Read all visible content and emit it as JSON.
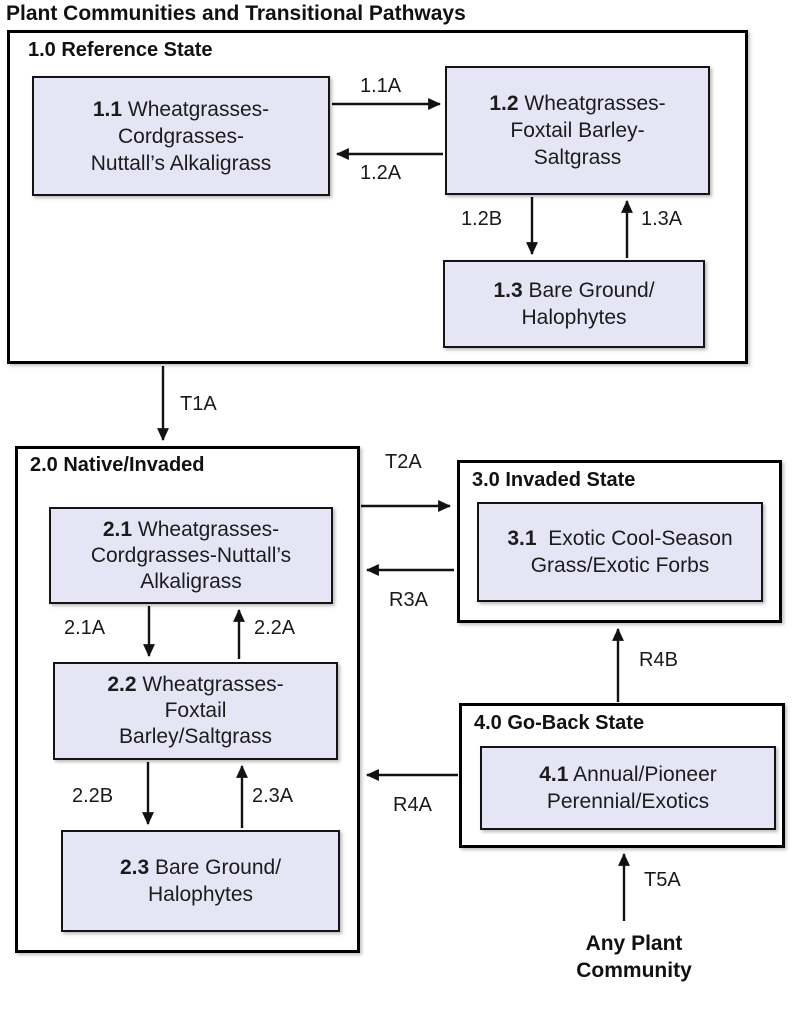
{
  "title": "Plant Communities and Transitional Pathways",
  "states": [
    {
      "heading": "1.0 Reference State",
      "communities": [
        {
          "id": "1.1",
          "l1": " Wheatgrasses-",
          "l2": "Cordgrasses-",
          "l3": "Nuttall’s Alkaligrass"
        },
        {
          "id": "1.2",
          "l1": " Wheatgrasses-",
          "l2": "Foxtail Barley-",
          "l3": "Saltgrass"
        },
        {
          "id": "1.3",
          "l1": " Bare Ground/",
          "l2": "Halophytes",
          "l3": ""
        }
      ]
    },
    {
      "heading": "2.0 Native/Invaded",
      "communities": [
        {
          "id": "2.1",
          "l1": " Wheatgrasses-",
          "l2": "Cordgrasses-Nuttall’s",
          "l3": "Alkaligrass"
        },
        {
          "id": "2.2",
          "l1": " Wheatgrasses-",
          "l2": "Foxtail",
          "l3": "Barley/Saltgrass"
        },
        {
          "id": "2.3",
          "l1": " Bare Ground/",
          "l2": "Halophytes",
          "l3": ""
        }
      ]
    },
    {
      "heading": "3.0 Invaded State",
      "communities": [
        {
          "id": "3.1",
          "l1": "  Exotic Cool-Season",
          "l2": "Grass/Exotic Forbs",
          "l3": ""
        }
      ]
    },
    {
      "heading": "4.0 Go-Back State",
      "communities": [
        {
          "id": "4.1",
          "l1": " Annual/Pioneer",
          "l2": "Perennial/Exotics",
          "l3": ""
        }
      ]
    }
  ],
  "pathways": {
    "p11a": "1.1A",
    "p12a": "1.2A",
    "p12b": "1.2B",
    "p13a": "1.3A",
    "t1a": "T1A",
    "p21a": "2.1A",
    "p22a": "2.2A",
    "p22b": "2.2B",
    "p23a": "2.3A",
    "t2a": "T2A",
    "r3a": "R3A",
    "r4b": "R4B",
    "r4a": "R4A",
    "t5a": "T5A"
  },
  "footer": {
    "any_plant_line1": "Any Plant",
    "any_plant_line2": "Community"
  },
  "colors": {
    "community_fill": "#e5e5f6",
    "box_border": "#000000",
    "arrow": "#121212",
    "text": "#1a1a1a"
  }
}
